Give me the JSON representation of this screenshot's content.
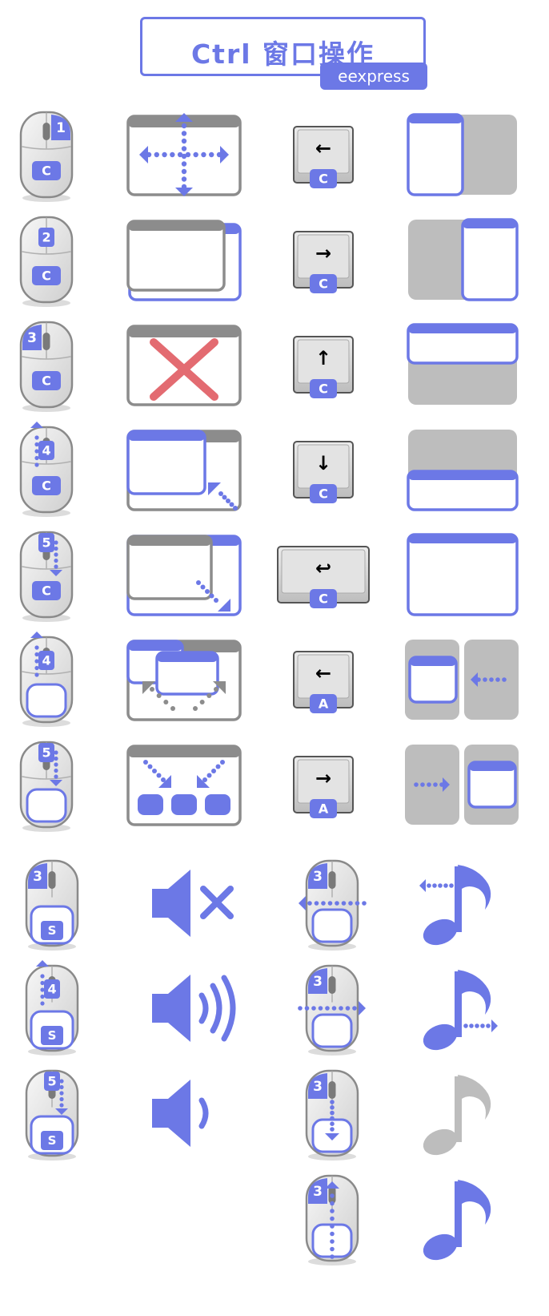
{
  "title": {
    "text": "Ctrl 窗口操作",
    "tag": "eexpress"
  },
  "colors": {
    "accent": "#6c78e6",
    "gray": "#bdbdbd",
    "darkgray": "#8c8c8c",
    "red": "#e36b71",
    "white": "#ffffff"
  },
  "rows": [
    {
      "mouse": {
        "num": "1",
        "mod": "C",
        "gesture": "btn1"
      },
      "action": "move-window-icon",
      "key": {
        "glyph": "←",
        "mod": "C"
      },
      "result": "tile-left-icon"
    },
    {
      "mouse": {
        "num": "2",
        "mod": "C",
        "gesture": "btn2"
      },
      "action": "lower-window-icon",
      "key": {
        "glyph": "→",
        "mod": "C"
      },
      "result": "tile-right-icon"
    },
    {
      "mouse": {
        "num": "3",
        "mod": "C",
        "gesture": "btn3"
      },
      "action": "close-window-icon",
      "key": {
        "glyph": "↑",
        "mod": "C"
      },
      "result": "tile-top-icon"
    },
    {
      "mouse": {
        "num": "4",
        "mod": "C",
        "gesture": "up"
      },
      "action": "shrink-window-icon",
      "key": {
        "glyph": "↓",
        "mod": "C"
      },
      "result": "tile-bottom-icon"
    },
    {
      "mouse": {
        "num": "5",
        "mod": "C",
        "gesture": "down"
      },
      "action": "grow-window-icon",
      "key": {
        "glyph": "↩",
        "mod": "C",
        "wide": true
      },
      "result": "maximize-icon"
    },
    {
      "mouse": {
        "num": "4",
        "mod": "",
        "gesture": "up"
      },
      "action": "switch-window-icon",
      "key": {
        "glyph": "←",
        "mod": "A"
      },
      "result": "move-to-left-workspace-icon"
    },
    {
      "mouse": {
        "num": "5",
        "mod": "",
        "gesture": "down"
      },
      "action": "minimize-all-icon",
      "key": {
        "glyph": "→",
        "mod": "A"
      },
      "result": "move-to-right-workspace-icon"
    }
  ],
  "media": [
    {
      "mouse": {
        "num": "3",
        "mod": "S",
        "gesture": "btn3"
      },
      "sound": "mute-icon",
      "mouse2": {
        "num": "3",
        "gesture": "left"
      },
      "music": "previous-track-icon"
    },
    {
      "mouse": {
        "num": "4",
        "mod": "S",
        "gesture": "up"
      },
      "sound": "volume-up-icon",
      "mouse2": {
        "num": "3",
        "gesture": "right"
      },
      "music": "next-track-icon"
    },
    {
      "mouse": {
        "num": "5",
        "mod": "S",
        "gesture": "down"
      },
      "sound": "volume-down-icon",
      "mouse2": {
        "num": "3",
        "gesture": "down"
      },
      "music": "stop-icon"
    },
    {
      "mouse": null,
      "sound": null,
      "mouse2": {
        "num": "3",
        "gesture": "up"
      },
      "music": "play-icon"
    }
  ]
}
